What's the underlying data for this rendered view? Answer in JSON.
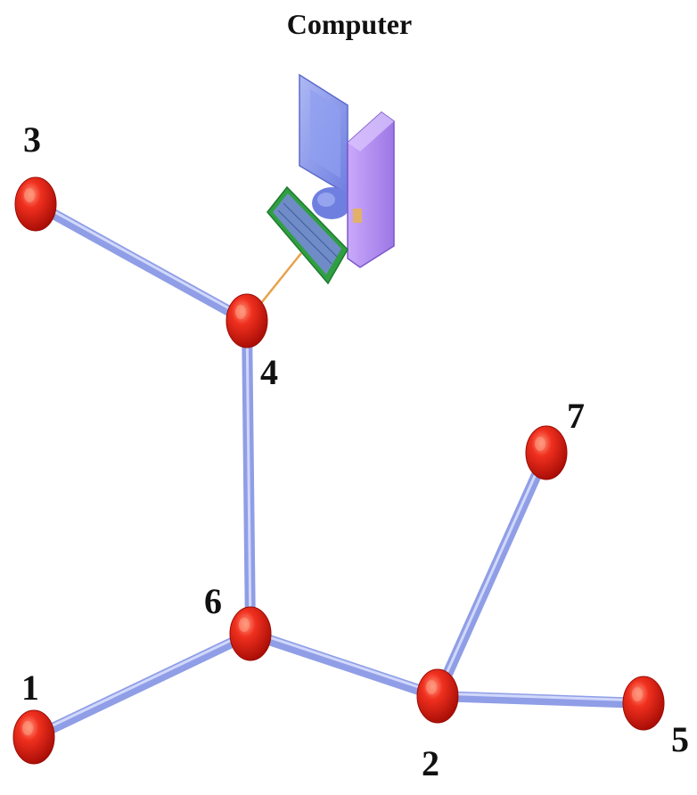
{
  "title": "Computer",
  "computer_icon_name": "desktop-computer-icon",
  "colors": {
    "node": "#e0251b",
    "node_highlight": "#ff9a80",
    "edge": "#8f9ee6",
    "edge_highlight": "#dde3ff",
    "link": "#e6a24a",
    "monitor": "#7f8ee8",
    "tower": "#b48ef2",
    "keyboard": "#35b04a"
  },
  "nodes": [
    {
      "id": "1",
      "label": "1"
    },
    {
      "id": "2",
      "label": "2"
    },
    {
      "id": "3",
      "label": "3"
    },
    {
      "id": "4",
      "label": "4"
    },
    {
      "id": "5",
      "label": "5"
    },
    {
      "id": "6",
      "label": "6"
    },
    {
      "id": "7",
      "label": "7"
    }
  ],
  "edges": [
    {
      "from": "3",
      "to": "4"
    },
    {
      "from": "4",
      "to": "6"
    },
    {
      "from": "6",
      "to": "1"
    },
    {
      "from": "6",
      "to": "2"
    },
    {
      "from": "2",
      "to": "7"
    },
    {
      "from": "2",
      "to": "5"
    }
  ],
  "computer_link": {
    "node": "4"
  }
}
